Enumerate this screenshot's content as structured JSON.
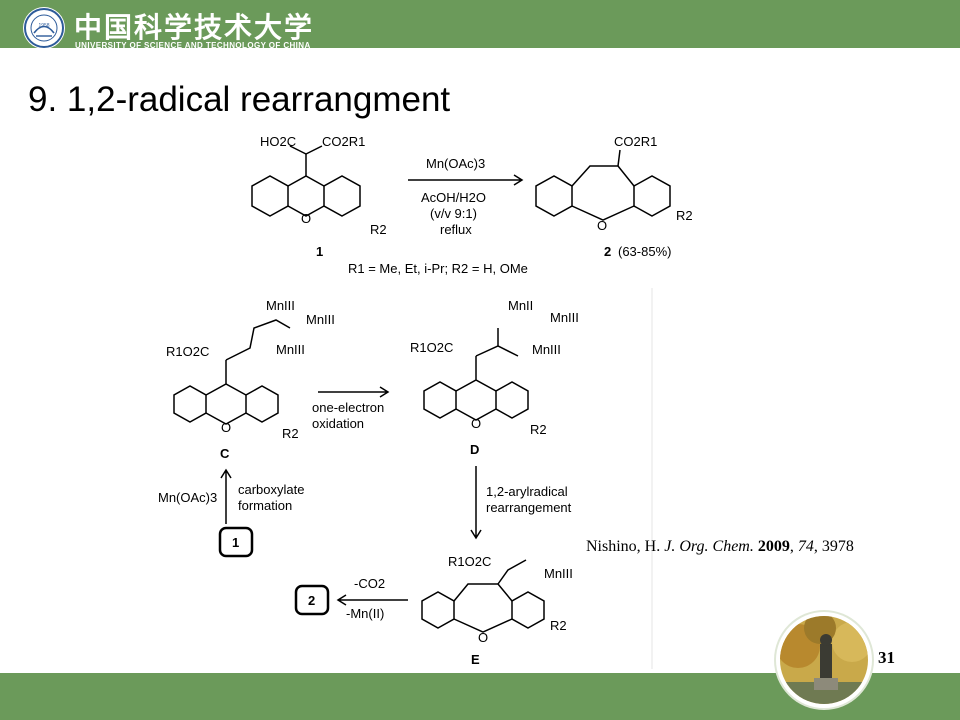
{
  "header": {
    "university_cn": "中国科学技术大学",
    "university_en": "UNIVERSITY OF SCIENCE AND TECHNOLOGY OF CHINA",
    "logo_year": "1958",
    "bar_color": "#6b9a5a"
  },
  "slide": {
    "title": "9. 1,2-radical rearrangment",
    "page_number": "31"
  },
  "reaction": {
    "sm_group_left": "HO2C",
    "sm_group_right": "CO2R1",
    "sm_label": "1",
    "sm_r2": "R2",
    "sm_o": "O",
    "reagent": "Mn(OAc)3",
    "solvent": "AcOH/H2O",
    "ratio": "(v/v 9:1)",
    "condition": "reflux",
    "product_group": "CO2R1",
    "product_r2": "R2",
    "product_o": "O",
    "product_label": "2",
    "product_yield": "(63-85%)",
    "substituents": "R1 = Me, Et, i-Pr; R2 = H, OMe"
  },
  "mechanism": {
    "c_label": "C",
    "d_label": "D",
    "e_label": "E",
    "mn_iii": "MnIII",
    "mn_ii": "MnII",
    "ester": "R1O2C",
    "step_oxidation_1": "one-electron",
    "step_oxidation_2": "oxidation",
    "step_rearr_1": "1,2-arylradical",
    "step_rearr_2": "rearrangement",
    "step_carbox_1": "carboxylate",
    "step_carbox_2": "formation",
    "reagent": "Mn(OAc)3",
    "start_box": "1",
    "end_box": "2",
    "loss_co2": "-CO2",
    "loss_mn": "-Mn(II)",
    "o_atom": "O",
    "r2": "R2"
  },
  "citation": {
    "author": "Nishino, H.",
    "journal": "J. Org. Chem.",
    "year": "2009",
    "volume": "74",
    "pages": "3978"
  }
}
